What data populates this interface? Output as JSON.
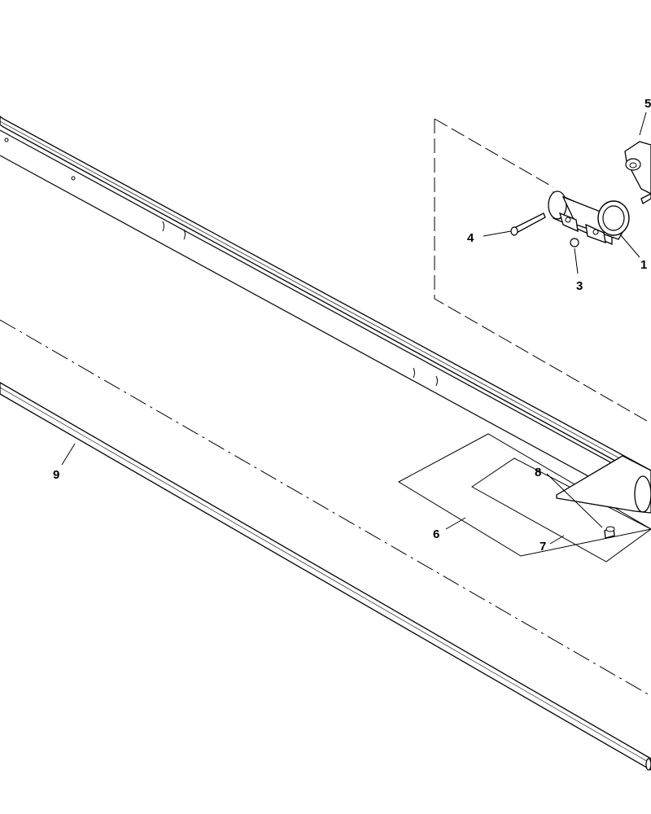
{
  "diagram": {
    "type": "exploded-parts-diagram",
    "callouts": [
      {
        "id": "c1",
        "label": "1"
      },
      {
        "id": "c3",
        "label": "3"
      },
      {
        "id": "c4",
        "label": "4"
      },
      {
        "id": "c5",
        "label": "5"
      },
      {
        "id": "c6",
        "label": "6"
      },
      {
        "id": "c7",
        "label": "7"
      },
      {
        "id": "c8",
        "label": "8"
      },
      {
        "id": "c9",
        "label": "9"
      }
    ]
  }
}
